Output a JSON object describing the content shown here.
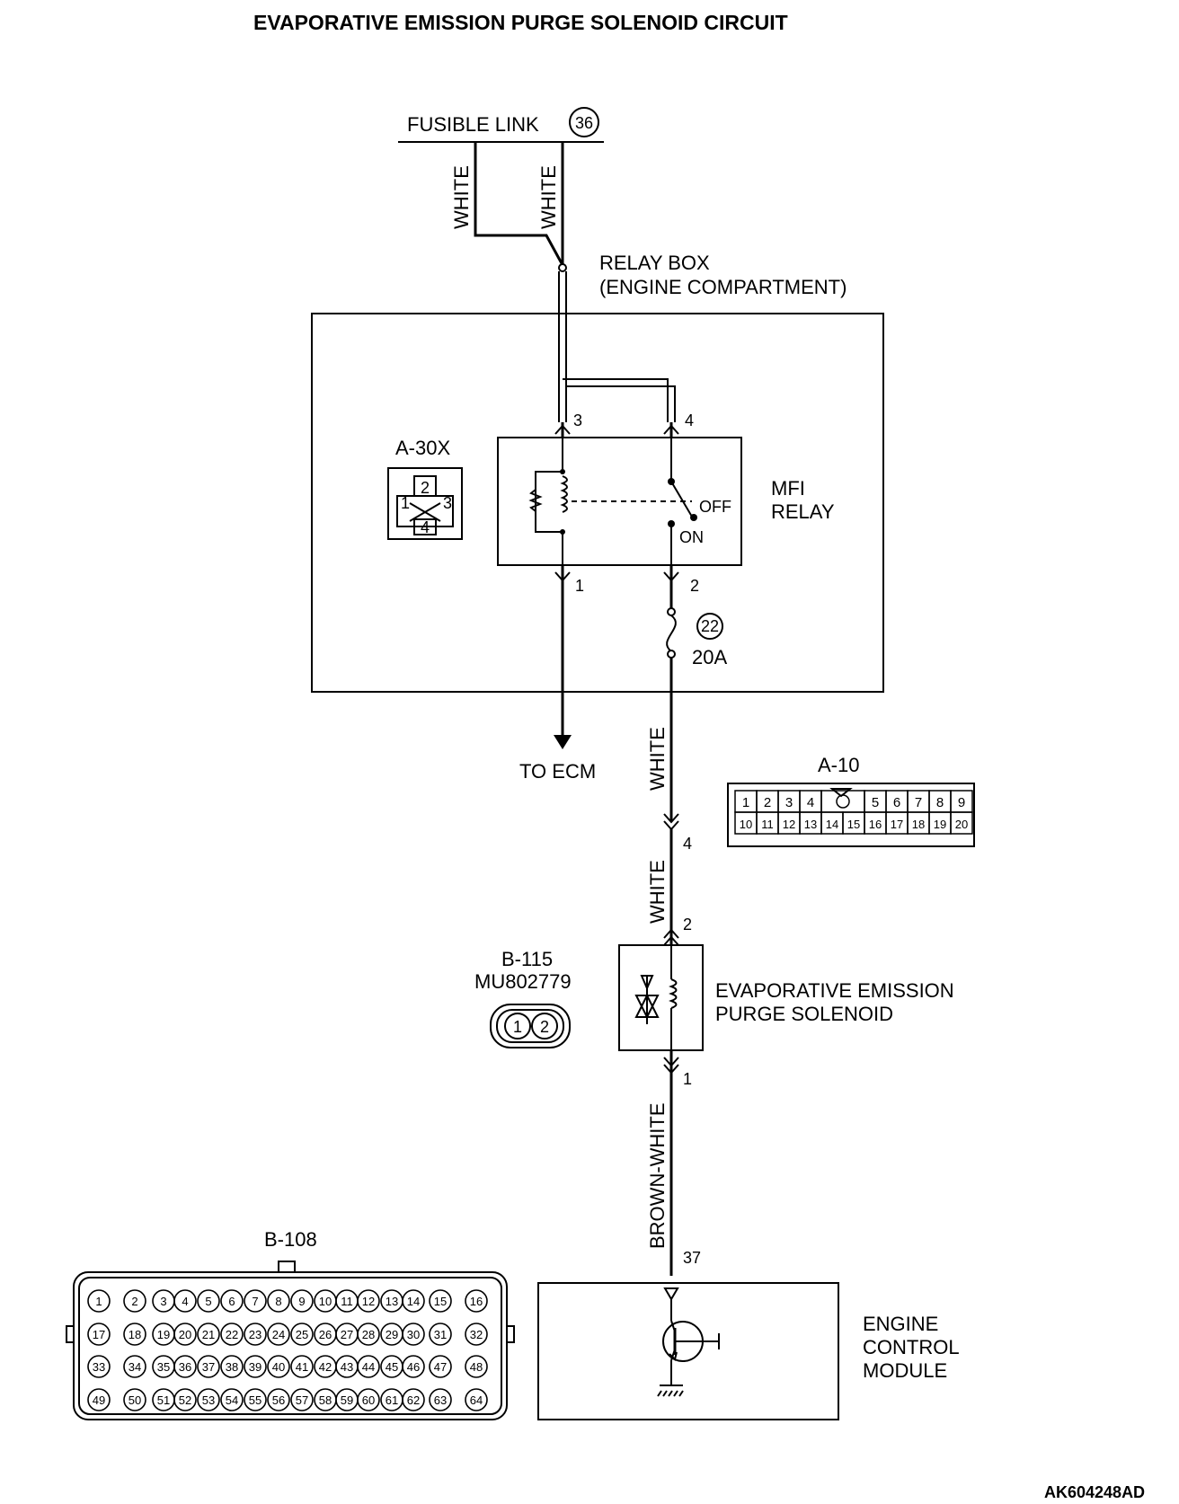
{
  "diagram": {
    "title": "EVAPORATIVE EMISSION PURGE SOLENOID CIRCUIT",
    "reference_code": "AK604248AD",
    "fusible_link": {
      "label": "FUSIBLE LINK",
      "number": "36"
    },
    "wires": {
      "fusible_left": "WHITE",
      "fusible_right": "WHITE",
      "relay_to_a10": "WHITE",
      "a10_to_solenoid": "WHITE",
      "solenoid_to_ecm": "BROWN-WHITE"
    },
    "relay_box": {
      "label_line1": "RELAY BOX",
      "label_line2": "(ENGINE COMPARTMENT)"
    },
    "mfi_relay": {
      "label_line1": "MFI",
      "label_line2": "RELAY",
      "pins": {
        "p1": "1",
        "p2": "2",
        "p3": "3",
        "p4": "4"
      },
      "switch_off": "OFF",
      "switch_on": "ON"
    },
    "fuse": {
      "number": "22",
      "rating": "20A"
    },
    "to_ecm": "TO ECM",
    "connector_a30x": {
      "label": "A-30X",
      "pins": [
        "1",
        "2",
        "3",
        "4"
      ]
    },
    "connector_a10": {
      "label": "A-10",
      "row1": [
        "1",
        "2",
        "3",
        "4",
        "",
        "5",
        "6",
        "7",
        "8",
        "9"
      ],
      "row2": [
        "10",
        "11",
        "12",
        "13",
        "14",
        "15",
        "16",
        "17",
        "18",
        "19",
        "20"
      ]
    },
    "a10_pin": "4",
    "connector_b115": {
      "label": "B-115",
      "part_number": "MU802779",
      "pins": [
        "1",
        "2"
      ]
    },
    "solenoid": {
      "label_line1": "EVAPORATIVE EMISSION",
      "label_line2": "PURGE SOLENOID",
      "pin_top": "2",
      "pin_bottom": "1"
    },
    "ecm": {
      "label_line1": "ENGINE",
      "label_line2": "CONTROL",
      "label_line3": "MODULE",
      "pin": "37"
    },
    "connector_b108": {
      "label": "B-108"
    }
  }
}
